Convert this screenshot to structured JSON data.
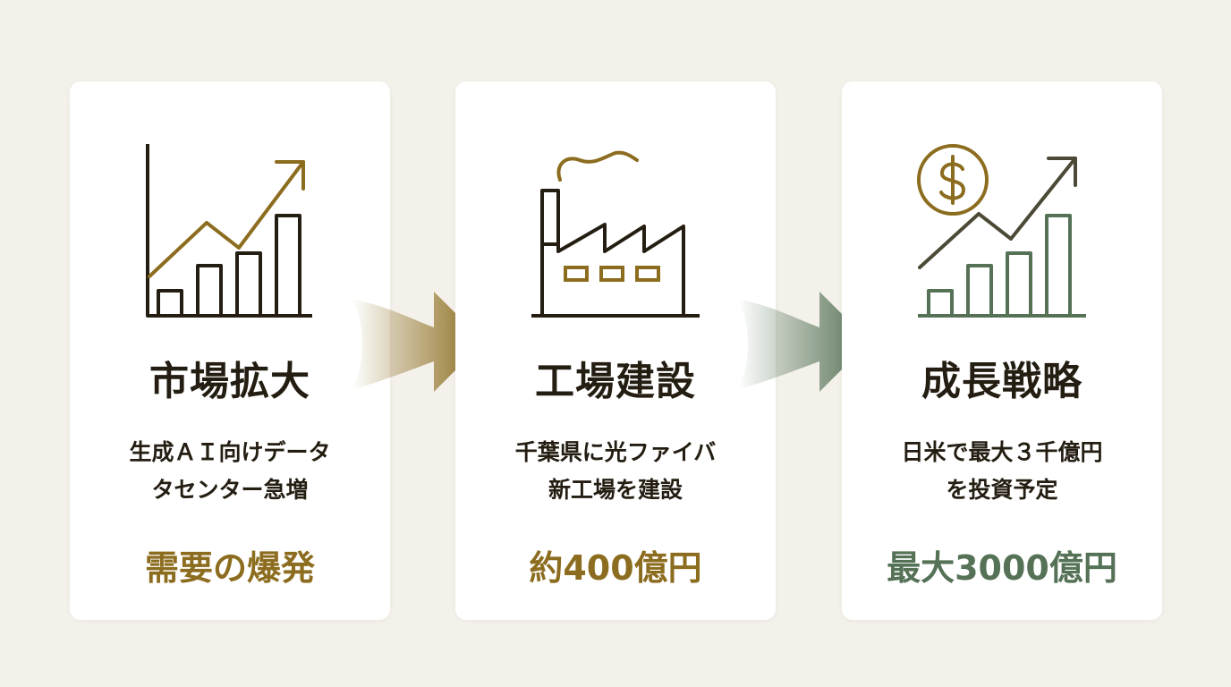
{
  "colors": {
    "background": "#f4f1eb",
    "card": "#ffffff",
    "dark": "#241d12",
    "gold": "#8c6d1f",
    "green": "#557257"
  },
  "cards": [
    {
      "icon": "rising-bar-chart-icon",
      "title": "市場拡大",
      "desc_line1": "生成ＡＩ向けデータ",
      "desc_line2": "タセンター急増",
      "highlight": "需要の爆発",
      "highlight_color": "#8c6d1f"
    },
    {
      "icon": "factory-icon",
      "title": "工場建設",
      "desc_line1": "千葉県に光ファイバ",
      "desc_line2": "新工場を建設",
      "highlight": "約400億円",
      "highlight_color": "#8c6d1f"
    },
    {
      "icon": "dollar-growth-chart-icon",
      "title": "成長戦略",
      "desc_line1": "日米で最大３千億円",
      "desc_line2": "を投資予定",
      "highlight": "最大3000億円",
      "highlight_color": "#557257"
    }
  ],
  "arrows": [
    {
      "icon": "right-arrow-icon",
      "color": "#8c6d1f"
    },
    {
      "icon": "right-arrow-icon",
      "color": "#557257"
    }
  ]
}
